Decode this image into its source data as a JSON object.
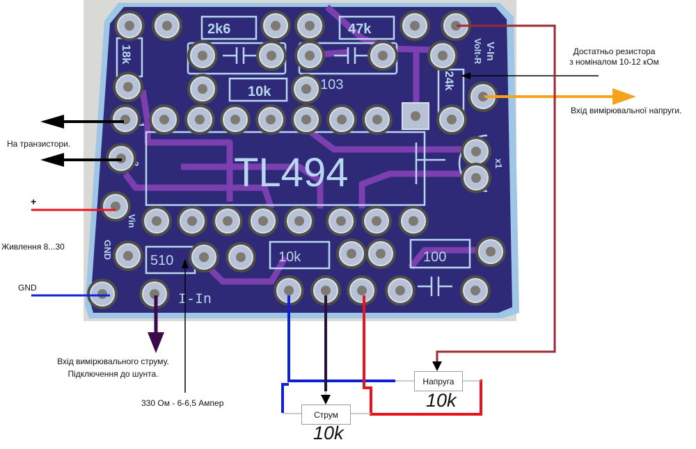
{
  "board": {
    "chip_label": "TL494",
    "silkscreen": {
      "r_18k": "18k",
      "r_2k6": "2k6",
      "r_47k": "47k",
      "r_10k_top": "10k",
      "cap_103": "103",
      "r_24k": "24k",
      "r_10k_bottom": "10k",
      "r_100": "100",
      "r_510": "510",
      "i_in": "I-In",
      "v_in": "V-In",
      "volt_r": "Volt-R",
      "gnd": "GND",
      "vin": "Vin",
      "pin1": "1",
      "pin2": "2",
      "led": "x1"
    },
    "colors": {
      "substrate": "#2f2a78",
      "trace": "#7b3fb0",
      "silk": "#b9d7ee",
      "pad": "#b8c2d6",
      "pad_ring": "#5a5a52",
      "edge": "#9fc6e6",
      "background_photo": "#d8d8d4"
    }
  },
  "annotations": {
    "transistors": "На транзистори.",
    "plus": "+",
    "power": "Живлення 8...30",
    "gnd": "GND",
    "current_input_line1": "Вхід вимірювального струму.",
    "current_input_line2": "Підключення до шунта.",
    "shunt_note": "330 Ом - 6-6,5 Ампер",
    "resistor_note_line1": "Достатньо резистора",
    "resistor_note_line2": "з номіналом 10-12 кОм",
    "voltage_input": "Вхід вимірювальної напруги."
  },
  "potentiometers": [
    {
      "label": "Напруга",
      "value": "10k"
    },
    {
      "label": "Струм",
      "value": "10k"
    }
  ],
  "wire_colors": {
    "black": "#000000",
    "red": "#e8141c",
    "blue": "#0b22d6",
    "orange": "#f7a21b",
    "maroon": "#9b2b30",
    "purple": "#3a0a4a",
    "dark": "#2a1236"
  }
}
